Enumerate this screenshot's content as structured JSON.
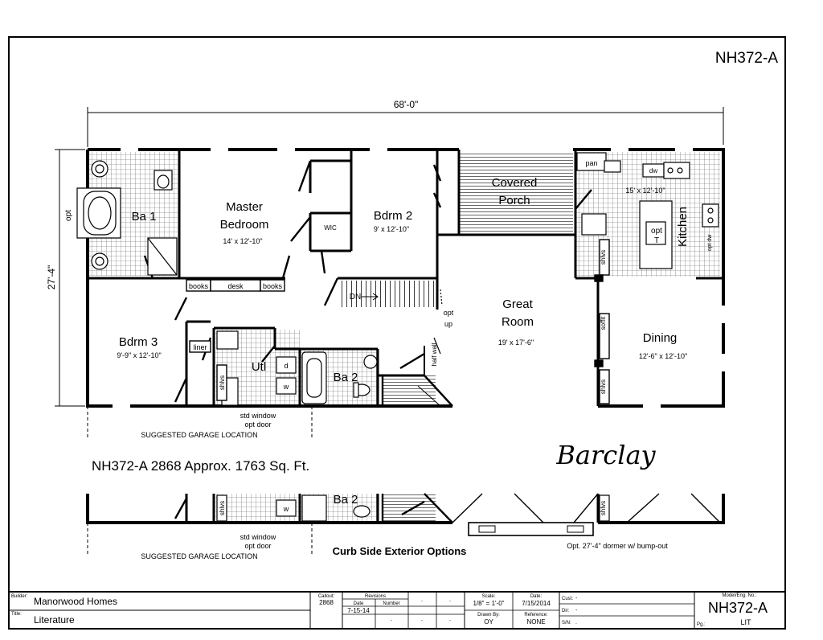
{
  "sheet": {
    "model_code": "NH372-A",
    "overall_width": "68'-0\"",
    "overall_depth": "27'-4\"",
    "opt_label": "opt"
  },
  "rooms": {
    "ba1": {
      "name": "Ba 1"
    },
    "master": {
      "name_line1": "Master",
      "name_line2": "Bedroom",
      "size": "14' x 12'-10\""
    },
    "bdrm2": {
      "name": "Bdrm 2",
      "size": "9' x 12'-10\""
    },
    "porch": {
      "name_line1": "Covered",
      "name_line2": "Porch"
    },
    "kitchen": {
      "name": "Kitchen",
      "size": "15' x 12'-10\"",
      "pan": "pan",
      "dw": "dw",
      "opt_t_line1": "opt",
      "opt_t_line2": "T",
      "opt_dw": "opt dw"
    },
    "great": {
      "name_line1": "Great",
      "name_line2": "Room",
      "size": "19' x 17'-6\""
    },
    "dining": {
      "name": "Dining",
      "size": "12'-6\" x 12'-10\""
    },
    "bdrm3": {
      "name": "Bdrm 3",
      "size": "9'-9\" x 12'-10\""
    },
    "utl": {
      "name": "Utl",
      "d": "d",
      "w": "w"
    },
    "ba2": {
      "name": "Ba 2"
    }
  },
  "labels": {
    "books_left": "books",
    "desk": "desk",
    "books_right": "books",
    "linen": "liner",
    "dn": "DN",
    "opt_up_1": "opt",
    "opt_up_2": "up",
    "half_wall": "half wall",
    "soffit": "soffit",
    "shlvs": "shlvs",
    "wic": "WIC",
    "std_window": "std window",
    "opt_door": "opt door",
    "garage": "SUGGESTED GARAGE LOCATION"
  },
  "summary": {
    "text": "NH372-A 2868  Approx. 1763 Sq. Ft.",
    "plan_name": "Barclay"
  },
  "options": {
    "ba2": "Ba 2",
    "w": "w",
    "shlvs": "shlvs",
    "std_window": "std window",
    "opt_door": "opt door",
    "garage": "SUGGESTED GARAGE LOCATION",
    "title": "Curb Side Exterior Options",
    "dormer": "Opt. 27'-4\" dormer w/ bump-out"
  },
  "titleblock": {
    "builder_label": "Builder:",
    "builder_value": "Manorwood Homes",
    "title_label": "Title:",
    "title_value": "Literature",
    "callout_label": "Callout:",
    "callout_value": "2868",
    "revisions_label": "Revisions",
    "date_col": "Date",
    "number_col": "Number",
    "rev_date": "7-15-14",
    "dot": ".",
    "scale_label": "Scale:",
    "scale_value": "1/8\" = 1'-0\"",
    "drawn_label": "Drawn By:",
    "drawn_value": "OY",
    "date_label": "Date:",
    "date_value": "7/15/2014",
    "ref_label": "Reference:",
    "ref_value": "NONE",
    "cust_label": "Cust:",
    "cust_value": "-",
    "dir_label": "Dir:",
    "dir_value": "-",
    "sn_label": "S/N:",
    "sn_value": ".",
    "model_label": "Model/Eng. No.:",
    "model_value": "NH372-A",
    "pg_label": "Pg.:",
    "pg_value": "LIT"
  }
}
